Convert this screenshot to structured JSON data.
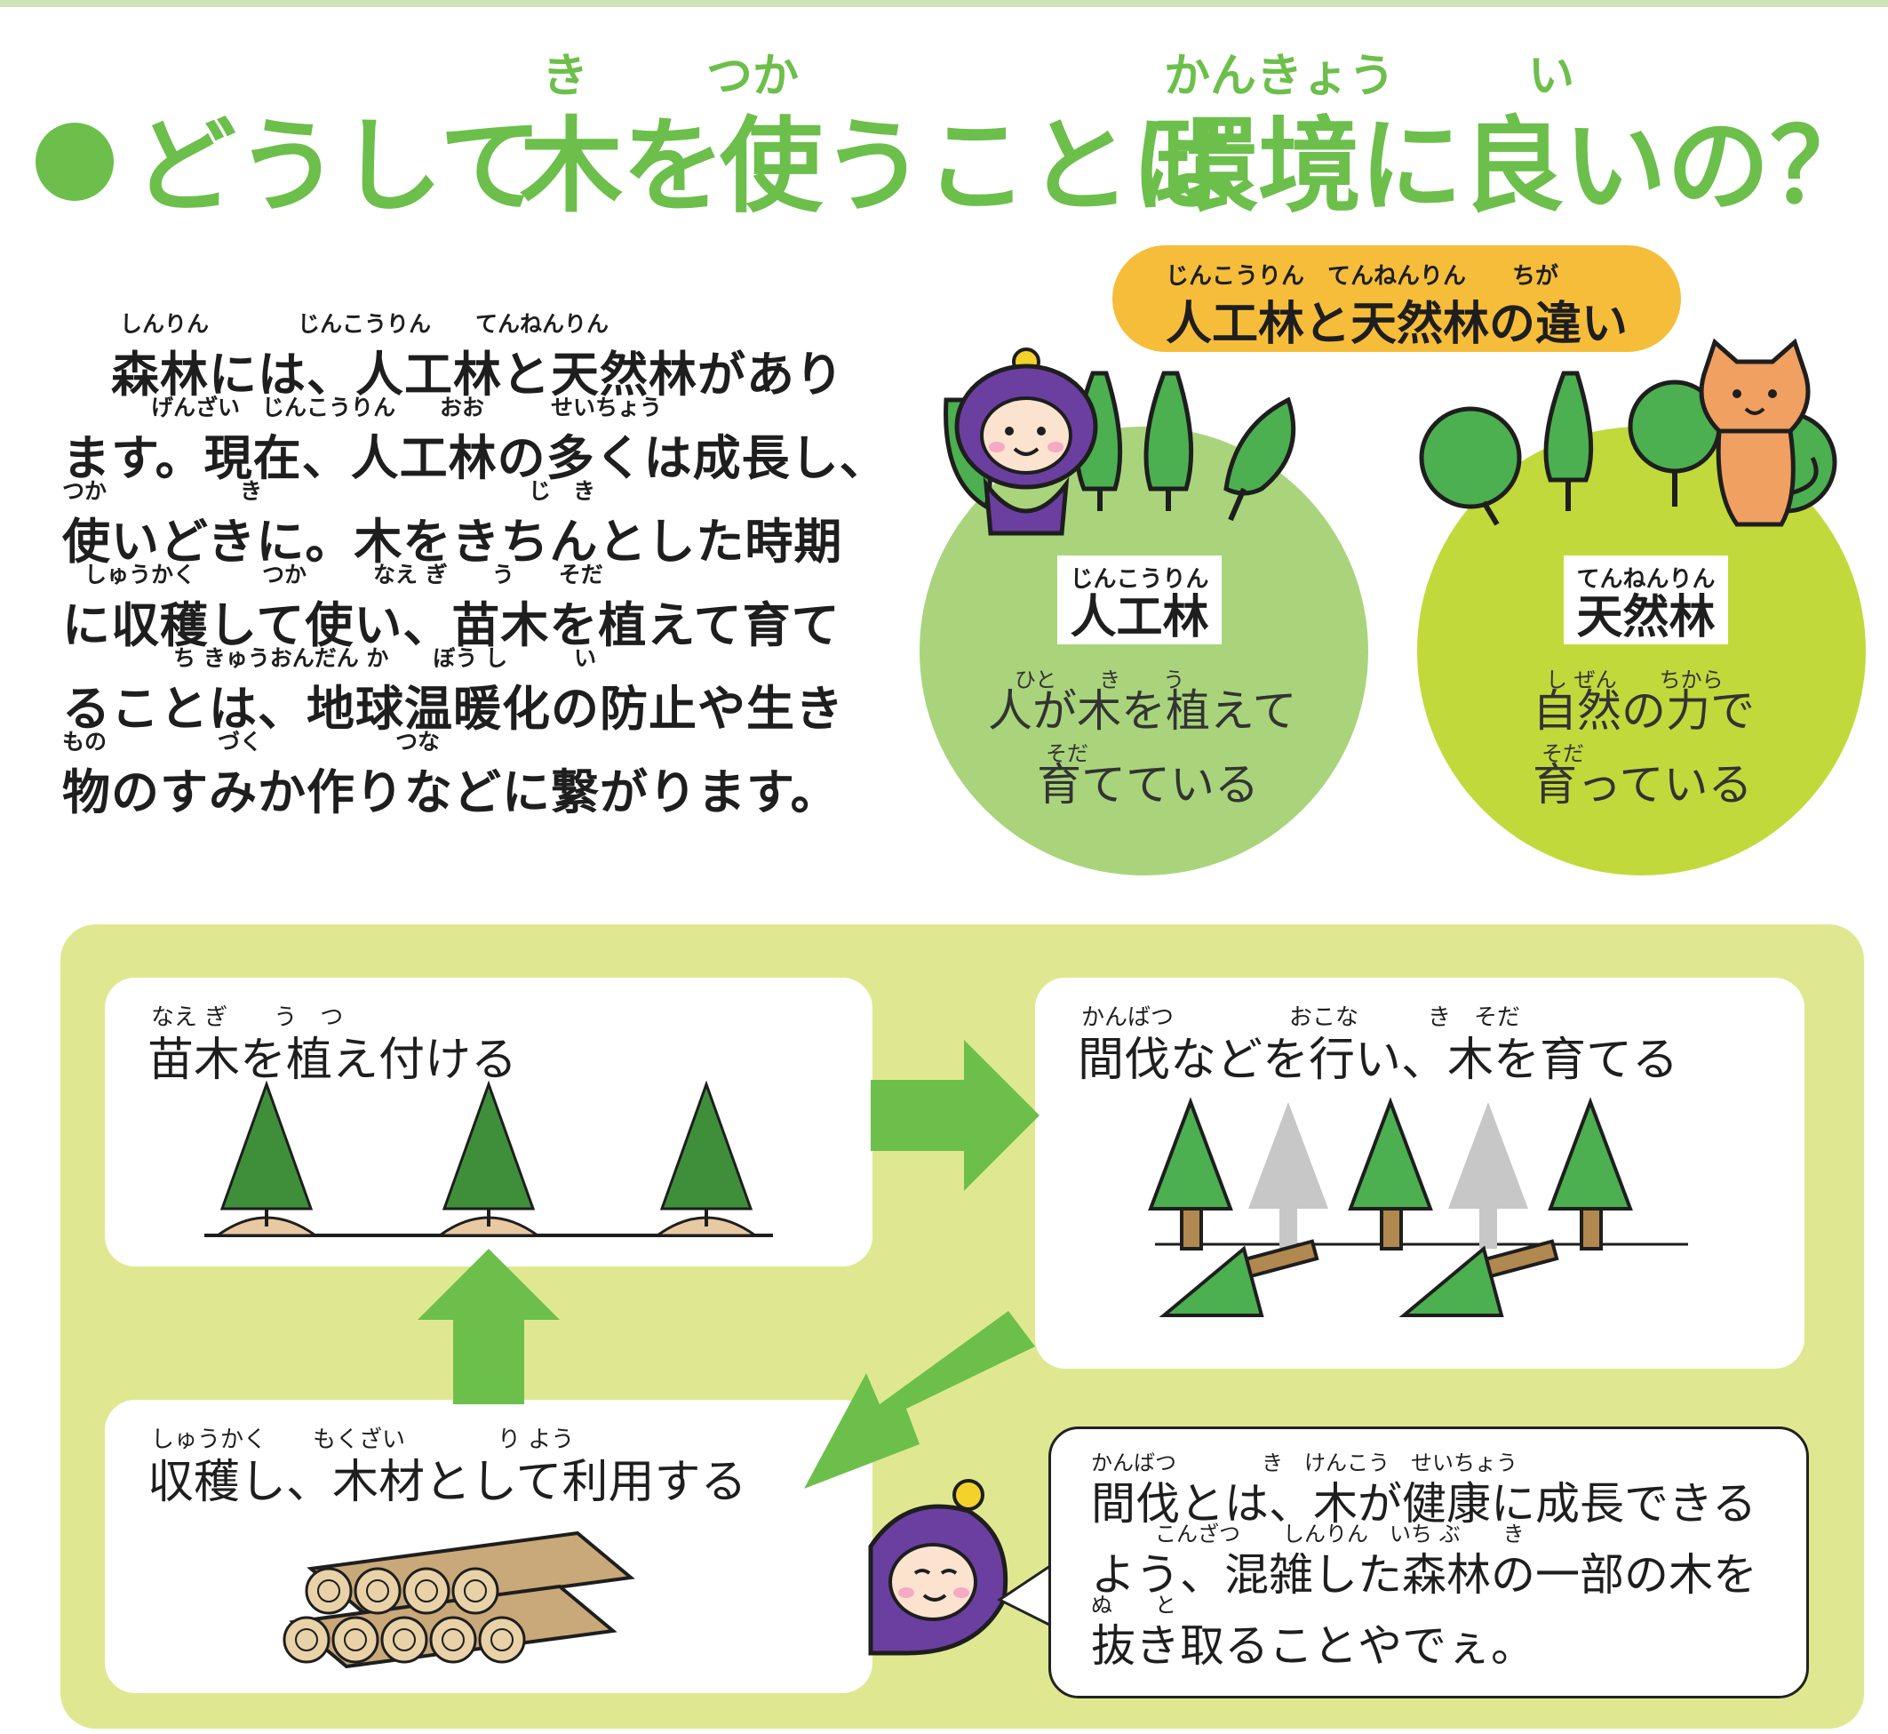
{
  "title": {
    "ruby_ki": "き",
    "ruby_tsuka": "つか",
    "ruby_kankyou": "かんきょう",
    "ruby_i": "い",
    "text_part1": "どうして",
    "text_ki": "木",
    "text_wo": "を",
    "text_tsuka": "使",
    "text_ukotoha": "うことは",
    "text_kankyou": "環境",
    "text_ni": "に",
    "text_i": "良",
    "text_inono": "いの？"
  },
  "intro": {
    "lines": [
      {
        "ruby": "しんりん　　　　じんこうりん　　てんねんりん",
        "text": "　森林には、人工林と天然林があり"
      },
      {
        "ruby": "　　　　げんざい　じんこうりん　　おお　　　せいちょう",
        "text": "ます。現在、人工林の多くは成長し、"
      },
      {
        "ruby": "つか　　　　　　き　　　　　　　　　　　　じ　き",
        "text": "使いどきに。木をきちんとした時期"
      },
      {
        "ruby": "　しゅうかく　　　つか　　　なえ ぎ　　う　　そだ",
        "text": "に収穫して使い、苗木を植えて育て"
      },
      {
        "ruby": "　　　　　ち きゅうおんだん か　　ぼう し　　　い",
        "text": "ることは、地球温暖化の防止や生き"
      },
      {
        "ruby": "もの　　　　　づく　　　　　　つな",
        "text": "物のすみか作りなどに繋がります。"
      }
    ]
  },
  "comparison": {
    "heading_ruby": "じんこうりん　てんねんりん　　ちが",
    "heading": "人工林と天然林の違い",
    "jinko": {
      "ruby": "じんこうりん",
      "label": "人工林",
      "desc_ruby1": "ひと　　き　　う",
      "desc_line1": "人が木を植えて",
      "desc_ruby2": "そだ",
      "desc_line2": "育てている"
    },
    "tennen": {
      "ruby": "てんねんりん",
      "label": "天然林",
      "desc_ruby1": "し ぜん　　ちから",
      "desc_line1": "自然の力で",
      "desc_ruby2": "そだ",
      "desc_line2": "育っている"
    }
  },
  "cycle": {
    "step1": {
      "ruby": "なえ ぎ　　う　つ",
      "text": "苗木を植え付ける"
    },
    "step2": {
      "ruby": "かんばつ　　　　　おこな　　　き　そだ",
      "text": "間伐などを行い、木を育てる"
    },
    "step3": {
      "ruby": "しゅうかく　　もくざい　　　　り よう",
      "text": "収穫し、木材として利用する"
    },
    "note": [
      {
        "ruby": "かんばつ　　　　き　けんこう　せいちょう",
        "text": "間伐とは、木が健康に成長できる"
      },
      {
        "ruby": "　　　こんざつ　　しんりん　いち ぶ　　き",
        "text": "よう、混雑した森林の一部の木を"
      },
      {
        "ruby": "ぬ　　と",
        "text": "抜き取ることやでぇ。"
      }
    ]
  },
  "colors": {
    "title_green": "#6cbf4b",
    "pill_orange": "#f6bd3a",
    "jinko_circle": "#a9d47c",
    "tennen_circle": "#c2d93b",
    "panel_bg": "#dfe890",
    "arrow_green": "#6cbf4b",
    "character_purple": "#6b3fa0",
    "cat_orange": "#f0a060"
  },
  "icons": {
    "jinko_character": "purple-hooded-character-icon",
    "tennen_character": "orange-cat-icon",
    "seedlings": "seedling-icon",
    "grown_trees": "cedar-tree-icon",
    "logs": "log-pile-icon",
    "arrows": "arrow-icon"
  }
}
